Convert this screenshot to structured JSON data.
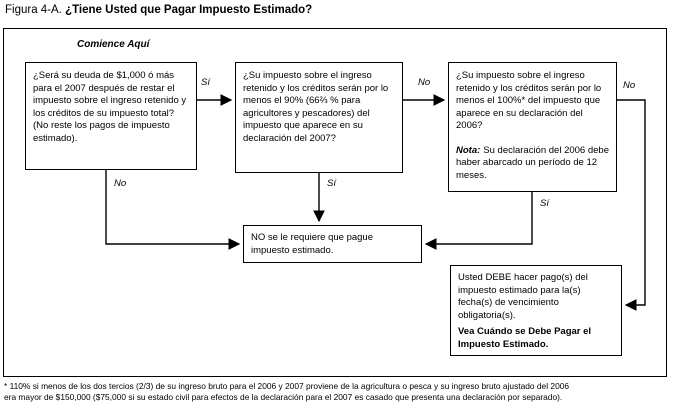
{
  "title": {
    "prefix": "Figura 4-A.",
    "main": "¿Tiene Usted que Pagar Impuesto Estimado?"
  },
  "start_label": "Comience Aquí",
  "boxes": {
    "q1": {
      "text": "¿Será su deuda de $1,000 ó más para el 2007 después de restar el impuesto sobre el ingreso retenido y los créditos de su impuesto total? (No reste los pagos de impuesto estimado)."
    },
    "q2": {
      "text": "¿Su impuesto sobre el ingreso retenido y los créditos serán por lo menos el 90% (66⅔ % para agricultores y pescadores) del impuesto que aparece en su declaración del 2007?"
    },
    "q3": {
      "text": "¿Su impuesto sobre el ingreso retenido y los créditos serán por lo menos el 100%* del impuesto que aparece en su declaración del 2006?",
      "note_label": "Nota:",
      "note_text": "Su declaración del 2006 debe haber abarcado un período de 12 meses."
    },
    "not_required": {
      "text": "NO se le requiere que pague impuesto estimado."
    },
    "must_pay": {
      "text": "Usted DEBE hacer pago(s) del impuesto estimado para la(s) fecha(s) de vencimiento obligatoria(s).",
      "see_text": "Vea Cuándo se Debe Pagar el Impuesto Estimado."
    }
  },
  "edge_labels": {
    "q1_yes": "Sí",
    "q1_no": "No",
    "q2_yes": "Sí",
    "q2_no": "No",
    "q3_yes": "Sí",
    "q3_no": "No"
  },
  "footnote": {
    "line1": "*  110% si menos de los dos tercios (2/3) de su ingreso bruto para el 2006 y 2007 proviene de la agricultura o pesca y su ingreso bruto ajustado del 2006",
    "line2": "era mayor de $150,000 ($75,000 si su estado civil para efectos de la declaración para el 2007 es casado que presenta una declaración por separado)."
  },
  "colors": {
    "ink": "#000000",
    "paper": "#ffffff"
  }
}
